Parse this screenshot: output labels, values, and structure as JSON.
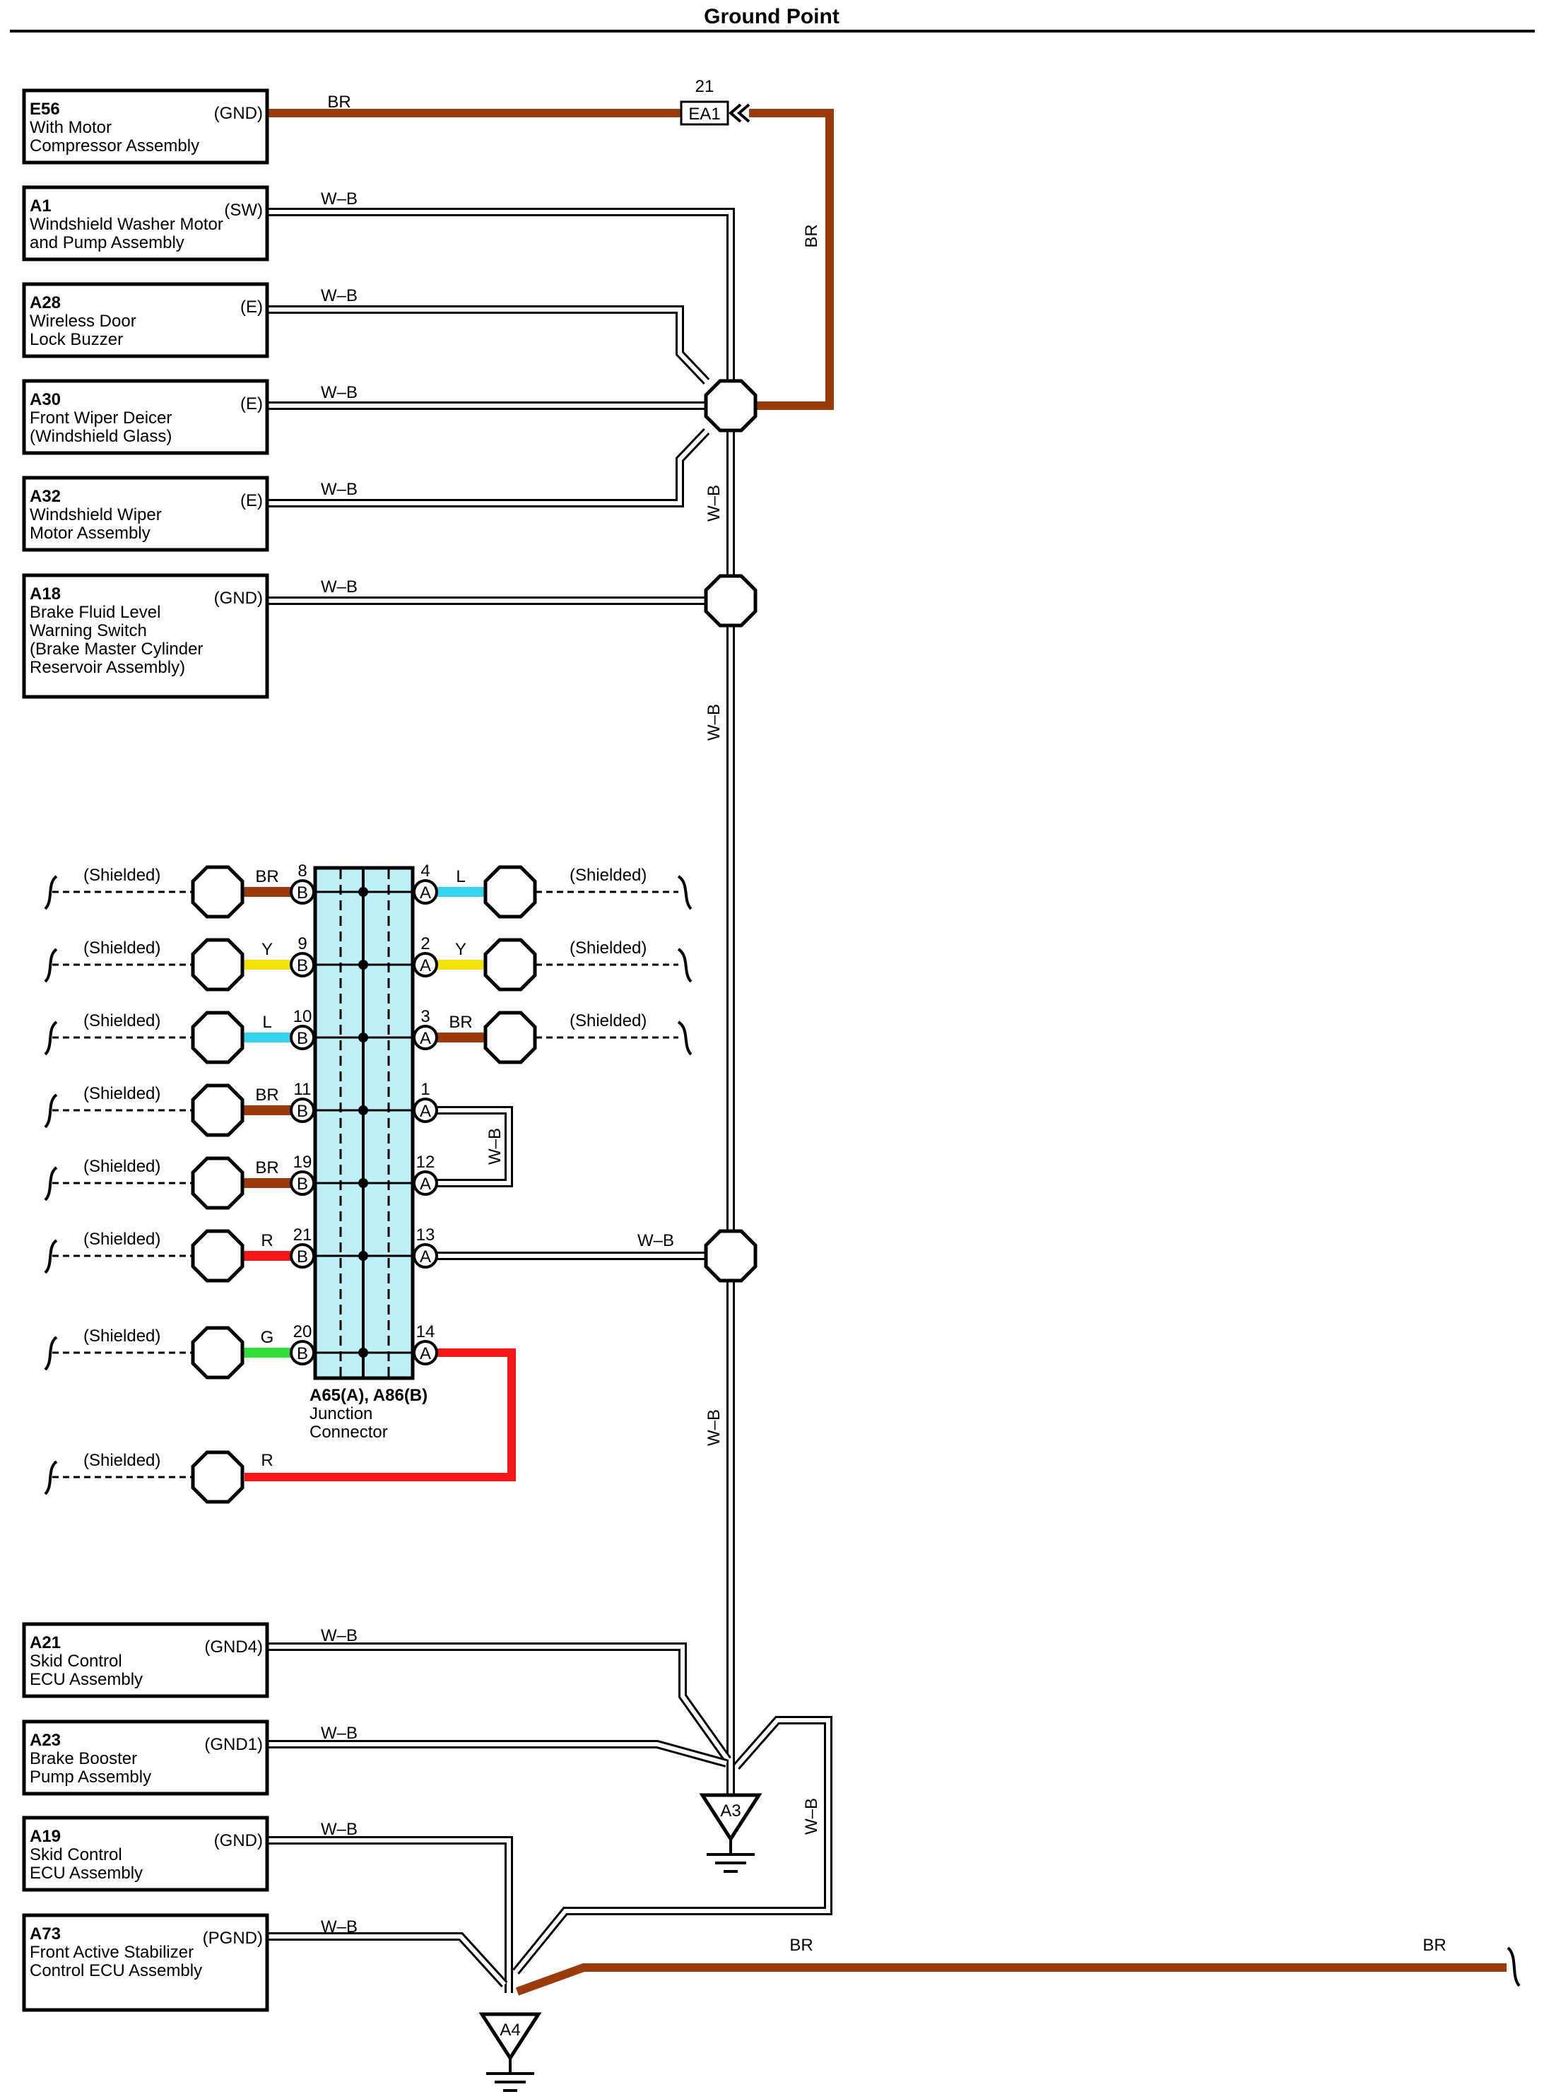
{
  "title": "Ground Point",
  "colors": {
    "br": "#9b3b0b",
    "wb": "#000000",
    "blue_l": "#33d6ee",
    "yellow": "#f5e10a",
    "red": "#f21818",
    "green": "#2fe03a",
    "junction_fill": "#bff0f7"
  },
  "components": [
    {
      "id": "E56",
      "code": "E56",
      "line1": "With Motor",
      "line2": "Compressor Assembly",
      "line3": "",
      "line4": "",
      "pin": "(GND)",
      "wire": "BR"
    },
    {
      "id": "A1",
      "code": "A1",
      "line1": "Windshield Washer Motor",
      "line2": "and Pump Assembly",
      "line3": "",
      "line4": "",
      "pin": "(SW)",
      "wire": "W–B"
    },
    {
      "id": "A28",
      "code": "A28",
      "line1": "Wireless Door",
      "line2": "Lock Buzzer",
      "line3": "",
      "line4": "",
      "pin": "(E)",
      "wire": "W–B"
    },
    {
      "id": "A30",
      "code": "A30",
      "line1": "Front Wiper Deicer",
      "line2": "(Windshield Glass)",
      "line3": "",
      "line4": "",
      "pin": "(E)",
      "wire": "W–B"
    },
    {
      "id": "A32",
      "code": "A32",
      "line1": "Windshield Wiper",
      "line2": "Motor Assembly",
      "line3": "",
      "line4": "",
      "pin": "(E)",
      "wire": "W–B"
    },
    {
      "id": "A18",
      "code": "A18",
      "line1": "Brake Fluid Level",
      "line2": "Warning Switch",
      "line3": "(Brake Master Cylinder",
      "line4": " Reservoir Assembly)",
      "pin": "(GND)",
      "wire": "W–B"
    },
    {
      "id": "A21",
      "code": "A21",
      "line1": "Skid Control",
      "line2": "ECU Assembly",
      "line3": "",
      "line4": "",
      "pin": "(GND4)",
      "wire": "W–B"
    },
    {
      "id": "A23",
      "code": "A23",
      "line1": "Brake Booster",
      "line2": "Pump Assembly",
      "line3": "",
      "line4": "",
      "pin": "(GND1)",
      "wire": "W–B"
    },
    {
      "id": "A19",
      "code": "A19",
      "line1": "Skid Control",
      "line2": "ECU Assembly",
      "line3": "",
      "line4": "",
      "pin": "(GND)",
      "wire": "W–B"
    },
    {
      "id": "A73",
      "code": "A73",
      "line1": "Front Active Stabilizer",
      "line2": "Control ECU Assembly",
      "line3": "",
      "line4": "",
      "pin": "(PGND)",
      "wire": "W–B"
    }
  ],
  "connector_ea1": {
    "number": "21",
    "label": "EA1"
  },
  "vertical_wire_labels": {
    "br": "BR",
    "wb": "W–B"
  },
  "junction": {
    "label_bold": "A65(A), A86(B)",
    "label_line2": "Junction",
    "label_line3": "Connector",
    "left_pins": [
      {
        "num": "8",
        "letter": "B",
        "wire": "BR",
        "color": "br",
        "shield": "(Shielded)"
      },
      {
        "num": "9",
        "letter": "B",
        "wire": "Y",
        "color": "yellow",
        "shield": "(Shielded)"
      },
      {
        "num": "10",
        "letter": "B",
        "wire": "L",
        "color": "blue_l",
        "shield": "(Shielded)"
      },
      {
        "num": "11",
        "letter": "B",
        "wire": "BR",
        "color": "br",
        "shield": "(Shielded)"
      },
      {
        "num": "19",
        "letter": "B",
        "wire": "BR",
        "color": "br",
        "shield": "(Shielded)"
      },
      {
        "num": "21",
        "letter": "B",
        "wire": "R",
        "color": "red",
        "shield": "(Shielded)"
      },
      {
        "num": "20",
        "letter": "B",
        "wire": "G",
        "color": "green",
        "shield": "(Shielded)"
      }
    ],
    "right_pins": [
      {
        "num": "4",
        "letter": "A",
        "wire": "L",
        "color": "blue_l",
        "shield": "(Shielded)"
      },
      {
        "num": "2",
        "letter": "A",
        "wire": "Y",
        "color": "yellow",
        "shield": "(Shielded)"
      },
      {
        "num": "3",
        "letter": "A",
        "wire": "BR",
        "color": "br",
        "shield": "(Shielded)"
      },
      {
        "num": "1",
        "letter": "A",
        "wire": "",
        "color": "wb",
        "shield": ""
      },
      {
        "num": "12",
        "letter": "A",
        "wire": "",
        "color": "wb",
        "shield": ""
      },
      {
        "num": "13",
        "letter": "A",
        "wire": "W–B",
        "color": "wb",
        "shield": ""
      },
      {
        "num": "14",
        "letter": "A",
        "wire": "",
        "color": "red",
        "shield": ""
      }
    ],
    "loop_label": "W–B",
    "extra_shield": "(Shielded)",
    "extra_wire": "R"
  },
  "grounds": {
    "a3": "A3",
    "a4": "A4"
  },
  "bottom_wire": {
    "left": "BR",
    "right": "BR"
  }
}
